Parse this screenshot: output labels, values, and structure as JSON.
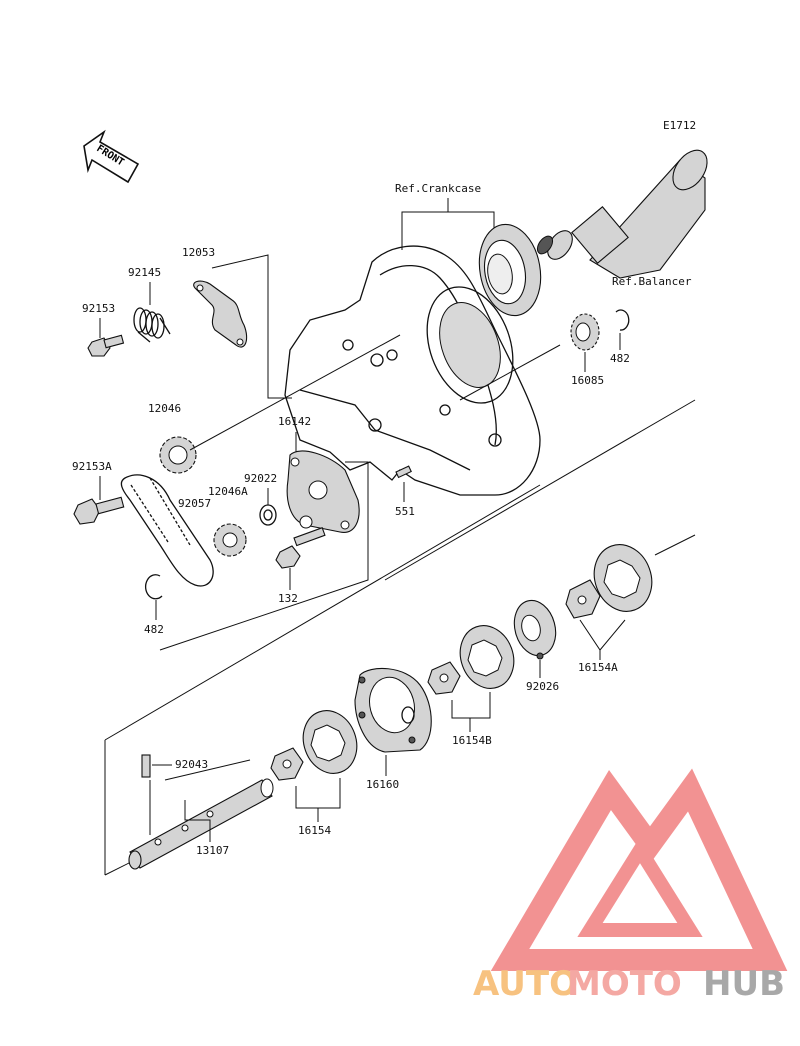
{
  "diagram_code": "E1712",
  "front_arrow_label": "FRONT",
  "refs": {
    "crankcase": "Ref.Crankcase",
    "balancer": "Ref.Balancer"
  },
  "part_labels": {
    "p12053": "12053",
    "p92145": "92145",
    "p92153": "92153",
    "p12046": "12046",
    "p92153A": "92153A",
    "p16142": "16142",
    "p92022": "92022",
    "p12046A": "12046A",
    "p92057": "92057",
    "p551": "551",
    "p132": "132",
    "p482_left": "482",
    "p482_right": "482",
    "p16085": "16085",
    "p92043": "92043",
    "p13107": "13107",
    "p16154": "16154",
    "p16160": "16160",
    "p16154B": "16154B",
    "p92026": "92026",
    "p16154A": "16154A"
  },
  "watermark": {
    "part1": "AUTO",
    "part2": "MOTO",
    "part3": "HUB",
    "color_auto": "#f6b86a",
    "color_moto": "#f39a94",
    "color_hub": "#9a9a9a",
    "triangle_color": "#f08080"
  }
}
